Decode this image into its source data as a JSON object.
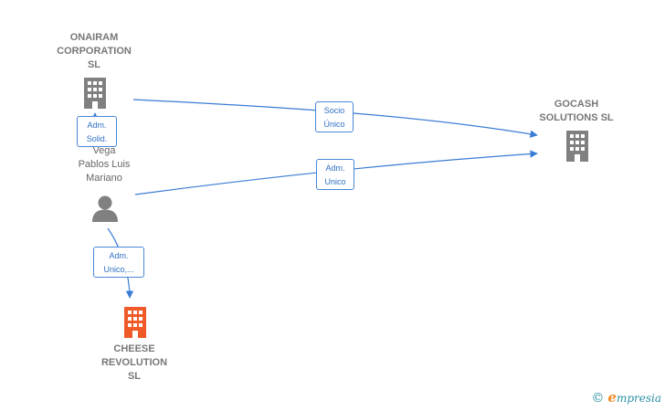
{
  "nodes": {
    "onairam": {
      "label": "ONAIRAM\nCORPORATION\nSL",
      "color": "#808080"
    },
    "gocash": {
      "label": "GOCASH\nSOLUTIONS  SL",
      "color": "#808080"
    },
    "person": {
      "label": "Vega\nPablos Luis\nMariano",
      "color": "#808080"
    },
    "cheese": {
      "label": "CHEESE\nREVOLUTION\nSL",
      "color": "#f05a28"
    }
  },
  "edges": {
    "onairam_gocash": {
      "label": "Socio\nÚnico"
    },
    "person_gocash": {
      "label": "Adm.\nUnico"
    },
    "person_onairam": {
      "label": "Adm.\nSolid."
    },
    "person_cheese": {
      "label": "Adm.\nUnico,..."
    }
  },
  "colors": {
    "edge": "#3a7bd5",
    "building": "#808080",
    "highlight": "#f05a28"
  },
  "watermark": {
    "symbol": "©",
    "brand_initial": "e",
    "brand_rest": "mpresia"
  }
}
